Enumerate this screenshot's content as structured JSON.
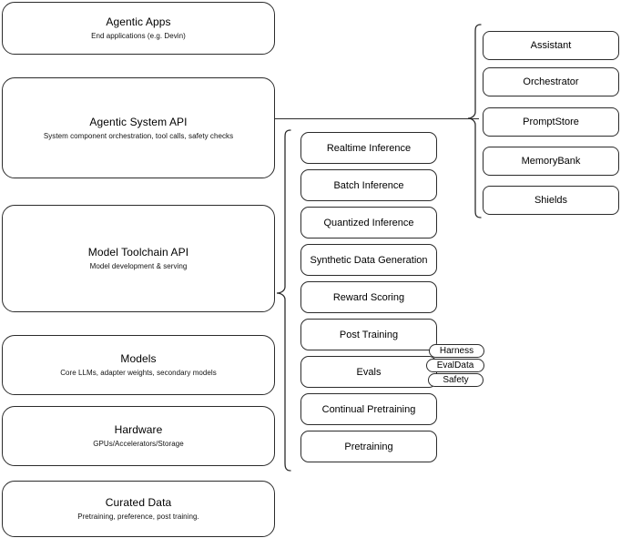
{
  "diagram": {
    "title": "AI stack layers and components diagram",
    "stroke_color": "#2b2b2b",
    "background_color": "#ffffff"
  },
  "layers": [
    {
      "id": "agentic-apps",
      "title": "Agentic Apps",
      "subtitle": "End applications (e.g. Devin)"
    },
    {
      "id": "agentic-system-api",
      "title": "Agentic System API",
      "subtitle": "System component orchestration, tool calls, safety checks"
    },
    {
      "id": "model-toolchain-api",
      "title": "Model Toolchain API",
      "subtitle": "Model development & serving"
    },
    {
      "id": "models",
      "title": "Models",
      "subtitle": "Core LLMs, adapter weights, secondary models"
    },
    {
      "id": "hardware",
      "title": "Hardware",
      "subtitle": "GPUs/Accelerators/Storage"
    },
    {
      "id": "curated-data",
      "title": "Curated Data",
      "subtitle": "Pretraining, preference, post training."
    }
  ],
  "toolchain_capabilities": [
    {
      "id": "realtime-inference",
      "label": "Realtime Inference"
    },
    {
      "id": "batch-inference",
      "label": "Batch Inference"
    },
    {
      "id": "quantized-inference",
      "label": "Quantized Inference"
    },
    {
      "id": "synthetic-data-generation",
      "label": "Synthetic Data Generation"
    },
    {
      "id": "reward-scoring",
      "label": "Reward Scoring"
    },
    {
      "id": "post-training",
      "label": "Post Training"
    },
    {
      "id": "evals",
      "label": "Evals"
    },
    {
      "id": "continual-pretraining",
      "label": "Continual Pretraining"
    },
    {
      "id": "pretraining",
      "label": "Pretraining"
    }
  ],
  "evals_badges": [
    {
      "id": "harness",
      "label": "Harness"
    },
    {
      "id": "evaldata",
      "label": "EvalData"
    },
    {
      "id": "safety",
      "label": "Safety"
    }
  ],
  "system_components": [
    {
      "id": "assistant",
      "label": "Assistant"
    },
    {
      "id": "orchestrator",
      "label": "Orchestrator"
    },
    {
      "id": "promptstore",
      "label": "PromptStore"
    },
    {
      "id": "memorybank",
      "label": "MemoryBank"
    },
    {
      "id": "shields",
      "label": "Shields"
    }
  ]
}
